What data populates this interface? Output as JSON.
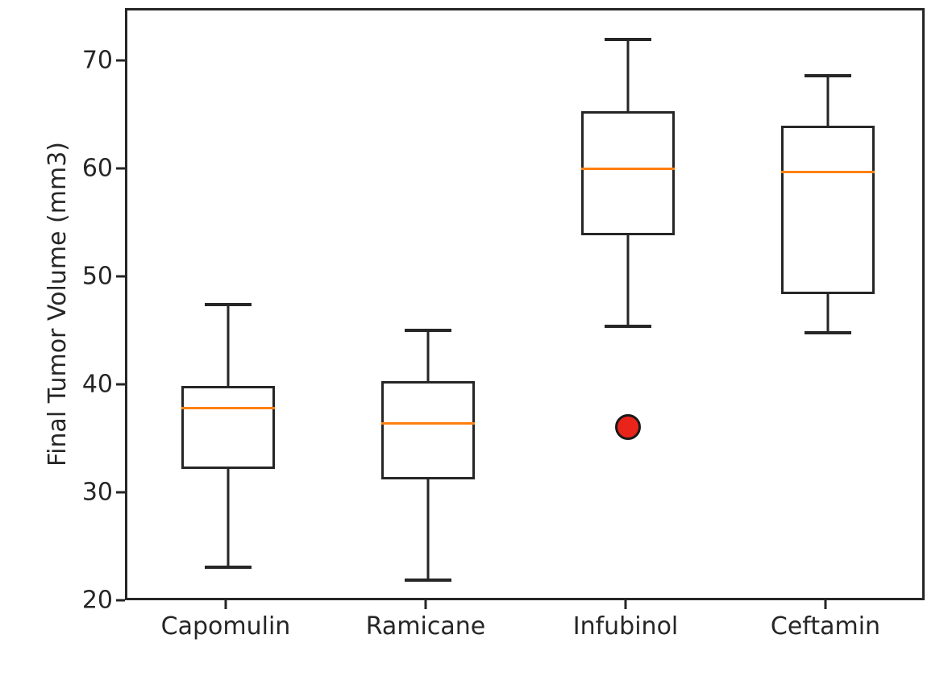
{
  "chart_data": {
    "type": "box",
    "title": "",
    "xlabel": "",
    "ylabel": "Final Tumor Volume (mm3)",
    "ylim": [
      20,
      73.5
    ],
    "grid": false,
    "legend": null,
    "categories": [
      "Capomulin",
      "Ramicane",
      "Infubinol",
      "Ceftamin"
    ],
    "ytick_labels": [
      "20",
      "30",
      "40",
      "50",
      "60",
      "70"
    ],
    "ytick_values": [
      20,
      30,
      40,
      50,
      60,
      70
    ],
    "median_color": "#ff7f0e",
    "box_color": "#262626",
    "flier_facecolor": "#e8241b",
    "flier_edgecolor": "#1a1a1a",
    "boxes": [
      {
        "label": "Capomulin",
        "whisker_low": 23.3,
        "q1": 32.4,
        "median": 38.0,
        "q3": 40.1,
        "whisker_high": 47.6,
        "fliers": []
      },
      {
        "label": "Ramicane",
        "whisker_low": 22.1,
        "q1": 31.4,
        "median": 36.6,
        "q3": 40.5,
        "whisker_high": 45.2,
        "fliers": []
      },
      {
        "label": "Infubinol",
        "whisker_low": 45.6,
        "q1": 54.0,
        "median": 60.2,
        "q3": 65.5,
        "whisker_high": 72.2,
        "fliers": [
          36.3
        ]
      },
      {
        "label": "Ceftamin",
        "whisker_low": 45.0,
        "q1": 48.6,
        "median": 59.9,
        "q3": 64.2,
        "whisker_high": 68.8,
        "fliers": []
      }
    ]
  }
}
